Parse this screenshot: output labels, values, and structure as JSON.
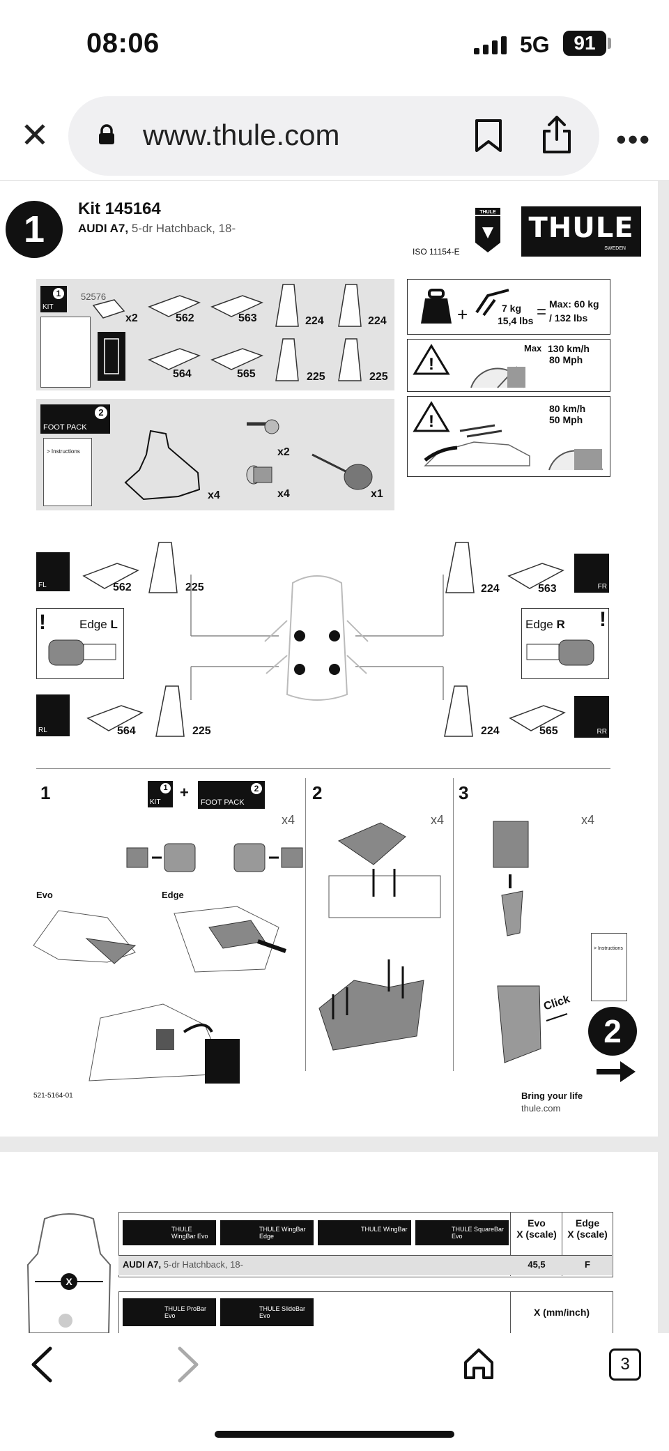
{
  "status_bar": {
    "time": "08:06",
    "network": "5G",
    "battery": "91"
  },
  "browser": {
    "url": "www.thule.com",
    "tab_count": "3"
  },
  "header": {
    "step": "1",
    "kit_title": "Kit 145164",
    "car_model": "AUDI A7,",
    "car_detail": "5-dr Hatchback, 18-",
    "iso": "ISO 11154-E",
    "brand": "THULE",
    "brand_sub": "SWEDEN",
    "guarantee": "THULE"
  },
  "kit_box": {
    "kit_label": "KIT",
    "part_number": "52576",
    "x2": "x2",
    "parts": [
      "562",
      "563",
      "224",
      "224",
      "564",
      "565",
      "225",
      "225"
    ],
    "positions": [
      "FL",
      "FR",
      "RL",
      "RR"
    ]
  },
  "foot_pack": {
    "label": "FOOT PACK",
    "instructions": "> Instructions",
    "qty_foot": "x4",
    "qty_key": "x2",
    "qty_lock": "x4",
    "qty_tool": "x1"
  },
  "load_panel": {
    "weight": "7 kg",
    "weight_lbs": "15,4 lbs",
    "max": "Max: 60 kg",
    "max_lbs": "/ 132 lbs"
  },
  "speed_panel": {
    "max": "Max",
    "kmh": "130 km/h",
    "mph": "80 Mph"
  },
  "wind_panel": {
    "kmh": "80 km/h",
    "mph": "50 Mph"
  },
  "placement": {
    "fl": "FL",
    "fr": "FR",
    "rl": "RL",
    "rr": "RR",
    "front_left_pad": "562",
    "front_left_foot": "225",
    "front_right_foot": "224",
    "front_right_pad": "563",
    "rear_left_pad": "564",
    "rear_left_foot": "225",
    "rear_right_foot": "224",
    "rear_right_pad": "565",
    "edge_l": "Edge",
    "edge_l_side": "L",
    "edge_r": "Edge",
    "edge_r_side": "R"
  },
  "steps": {
    "s1": "1",
    "s2": "2",
    "s3": "3",
    "plus": "+",
    "x4a": "x4",
    "x4b": "x4",
    "x4c": "x4",
    "evo": "Evo",
    "edge": "Edge",
    "click": "Click",
    "next": "2",
    "doc_code": "521-5164-01",
    "tagline": "Bring your life",
    "site": "thule.com"
  },
  "table": {
    "bars_row1": [
      "THULE WingBar Evo",
      "THULE WingBar Edge",
      "THULE WingBar",
      "THULE SquareBar Evo"
    ],
    "col_evo": "Evo",
    "col_evo_sub": "X (scale)",
    "col_edge": "Edge",
    "col_edge_sub": "X (scale)",
    "row_model": "AUDI A7,",
    "row_detail": "5-dr Hatchback, 18-",
    "val_evo": "45,5",
    "val_edge": "F",
    "bars_row2": [
      "THULE ProBar Evo",
      "THULE SlideBar Evo"
    ],
    "col_x": "X (mm/inch)"
  }
}
